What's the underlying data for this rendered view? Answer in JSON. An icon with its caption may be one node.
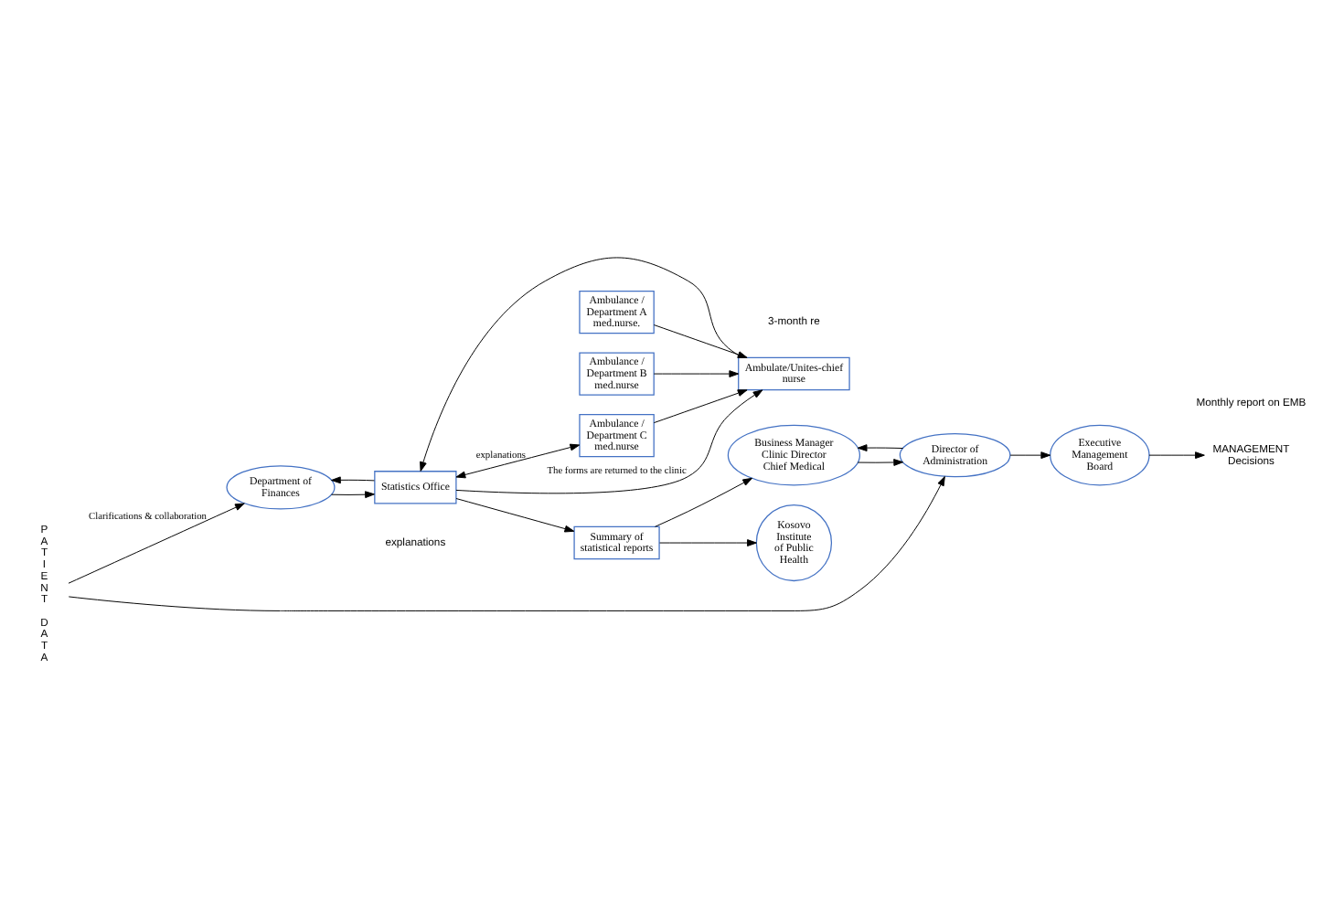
{
  "diagram": {
    "nodes": [
      {
        "text": [
          "PATIENT DATA"
        ]
      },
      {
        "text": [
          "Ambulance / Department A med.nurse."
        ]
      },
      {
        "text": [
          "Ambulance / Department B med.nurse"
        ]
      },
      {
        "text": [
          "Ambulance / Department C med.nurse"
        ]
      },
      {
        "text": [
          "Ambulate/Unites-chief nurse"
        ]
      },
      {
        "text": [
          "Department of Finances"
        ]
      },
      {
        "text": [
          "Statistics Office"
        ]
      },
      {
        "text": [
          "Summary of statistical reports"
        ]
      },
      {
        "text": [
          "Director of Administration"
        ]
      },
      {
        "text": [
          "Business Manager Clinic Director Chief Medical"
        ]
      },
      {
        "text": [
          "Executive Management Board"
        ]
      },
      {
        "text": [
          "Kosovo Institute of Public Health"
        ]
      },
      {
        "text": [
          "MANAGEMENT Decisions"
        ]
      }
    ],
    "edges": [
      {
        "from": 0,
        "to": 5,
        "arrow": "to",
        "label": "Clarifications & collaboration"
      },
      {
        "from": 0,
        "to": 8,
        "arrow": "to"
      },
      {
        "from": 1,
        "to": 4,
        "arrow": "to"
      },
      {
        "from": 2,
        "to": 4,
        "arrow": "to"
      },
      {
        "from": 3,
        "to": 4,
        "arrow": "to"
      },
      {
        "from": 4,
        "to": 6,
        "arrow": "to"
      },
      {
        "from": 6,
        "to": 5,
        "arrow": "to"
      },
      {
        "from": 5,
        "to": 6,
        "arrow": "to"
      },
      {
        "from": 6,
        "to": 4,
        "arrow": "to",
        "label": "The forms are returned to the clinic"
      },
      {
        "from": 6,
        "to": 3,
        "arrow": "both",
        "label": "explanations"
      },
      {
        "from": 6,
        "to": 7,
        "arrow": "to"
      },
      {
        "from": 7,
        "to": 9,
        "arrow": "to"
      },
      {
        "from": 9,
        "to": 8,
        "arrow": "to"
      },
      {
        "from": 8,
        "to": 9,
        "arrow": "to"
      },
      {
        "from": 8,
        "to": 10,
        "arrow": "to"
      },
      {
        "from": 7,
        "to": 11,
        "arrow": "to"
      },
      {
        "from": 10,
        "to": 12,
        "arrow": "to"
      }
    ],
    "labels": [
      "explanations",
      "Monthly report on EMB",
      "3-month re"
    ]
  }
}
